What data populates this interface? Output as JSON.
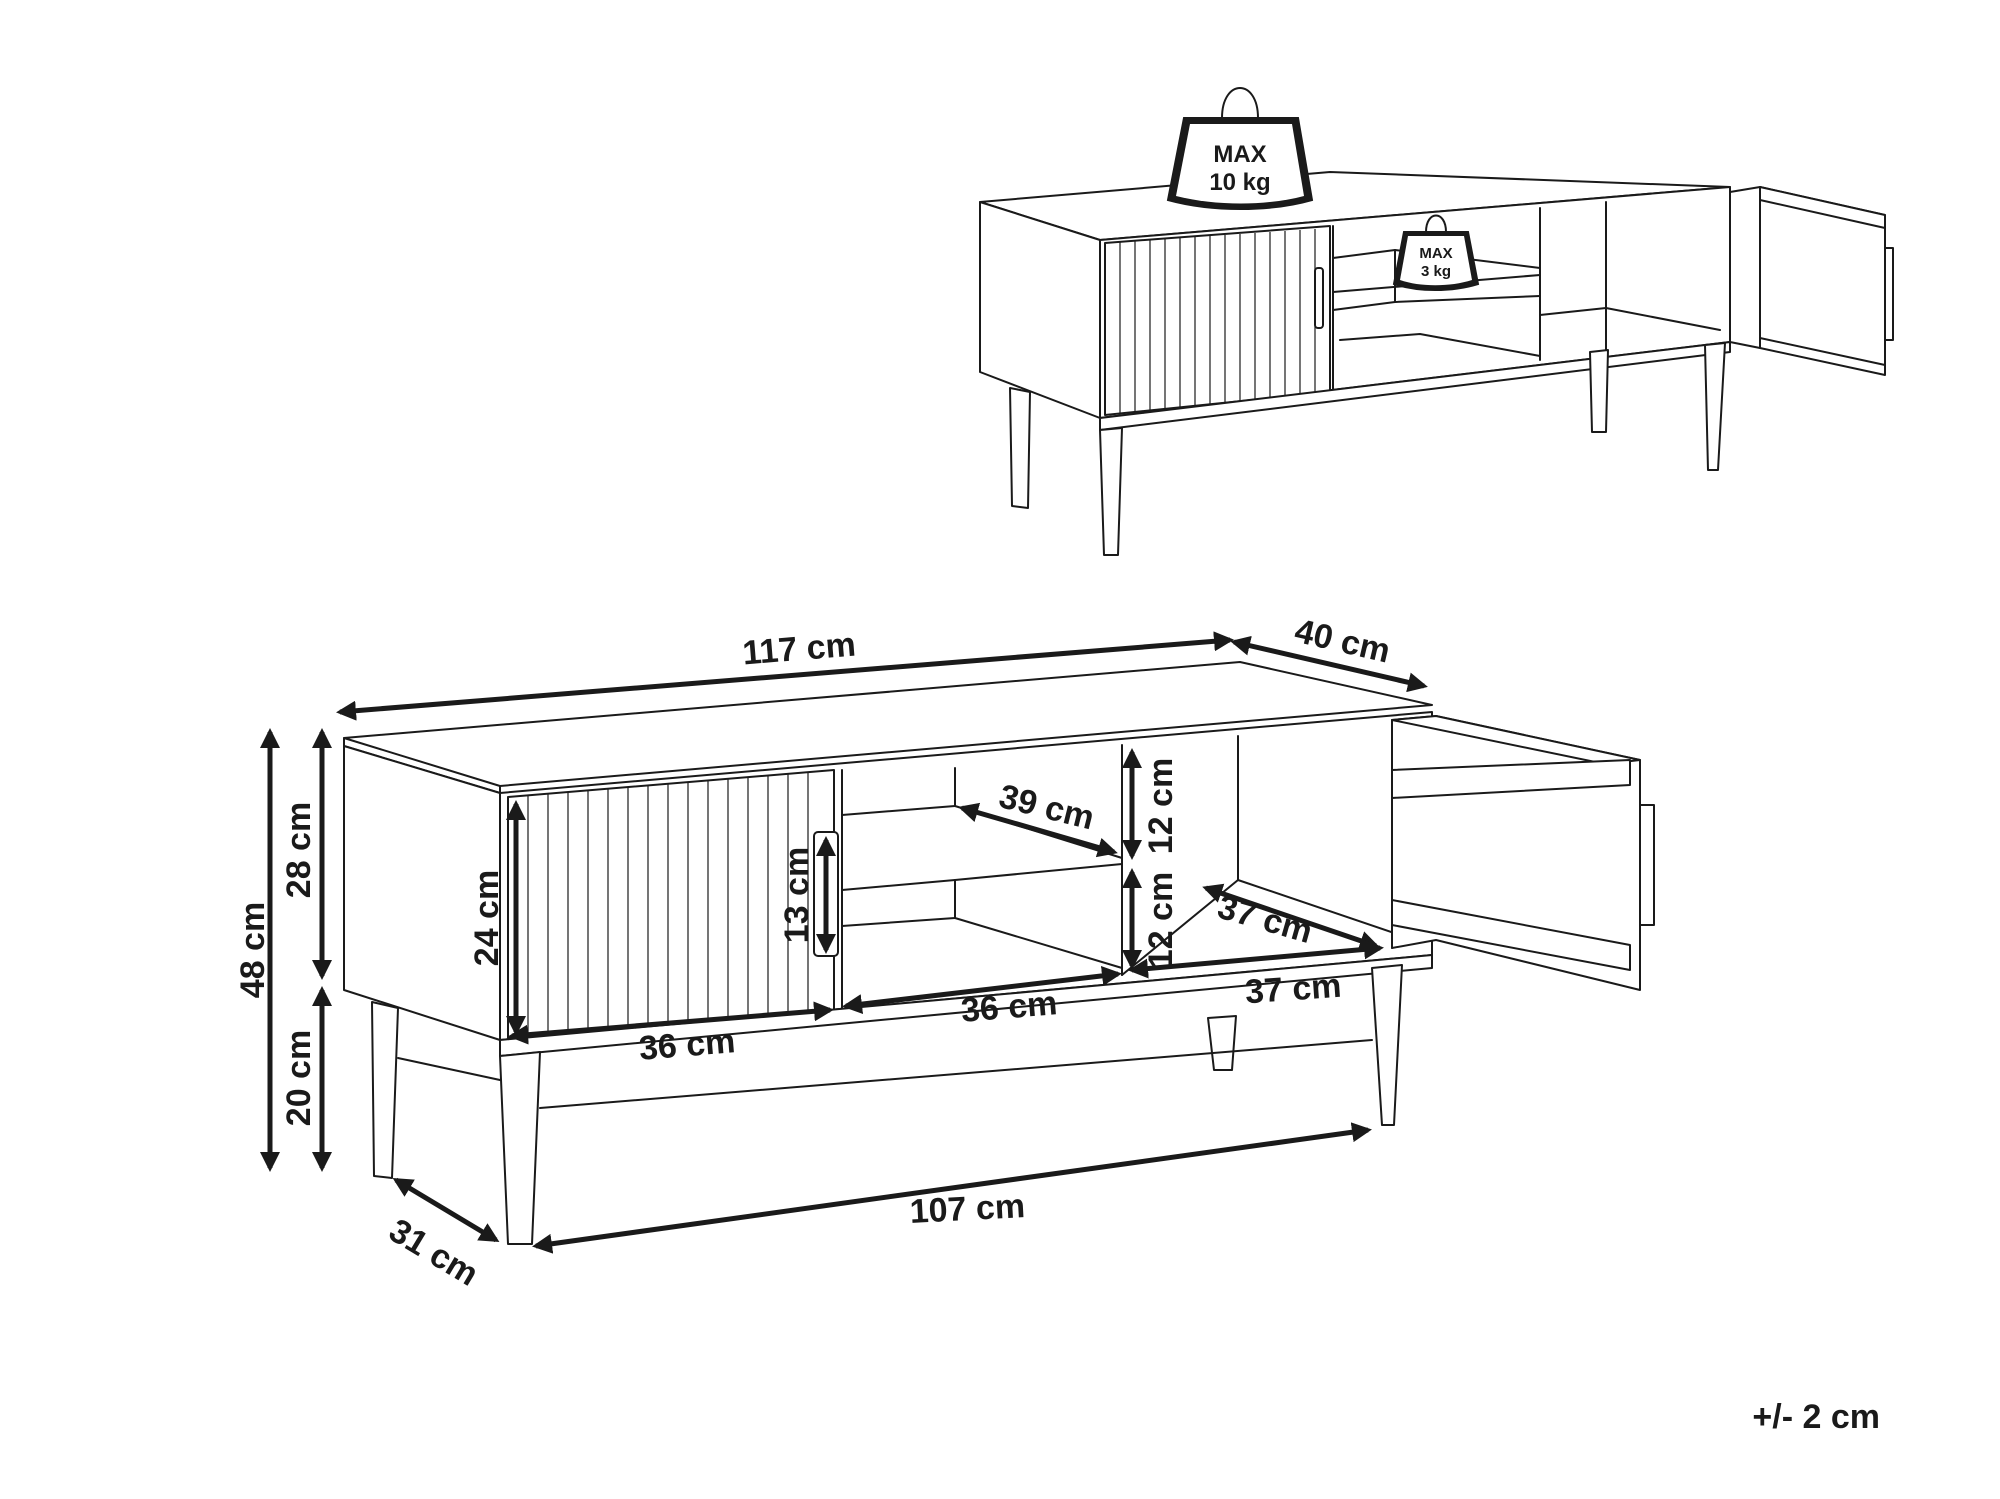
{
  "weight_limits": {
    "top": {
      "line1": "MAX",
      "line2": "10 kg"
    },
    "shelf": {
      "line1": "MAX",
      "line2": "3 kg"
    }
  },
  "dimensions": {
    "width": "117 cm",
    "depth": "40 cm",
    "total_height": "48 cm",
    "body_height": "28 cm",
    "leg_height": "20 cm",
    "door_height": "24 cm",
    "handle_length": "13 cm",
    "shelf_depth": "39 cm",
    "shelf_upper_height": "12 cm",
    "shelf_lower_height": "12 cm",
    "right_compartment_depth": "37 cm",
    "right_compartment_width": "37 cm",
    "left_compartment_width": "36 cm",
    "middle_compartment_width": "36 cm",
    "leg_span_width": "107 cm",
    "leg_span_depth": "31 cm"
  },
  "tolerance": "+/- 2 cm",
  "colors": {
    "line": "#1a1a1a",
    "background": "#ffffff"
  }
}
